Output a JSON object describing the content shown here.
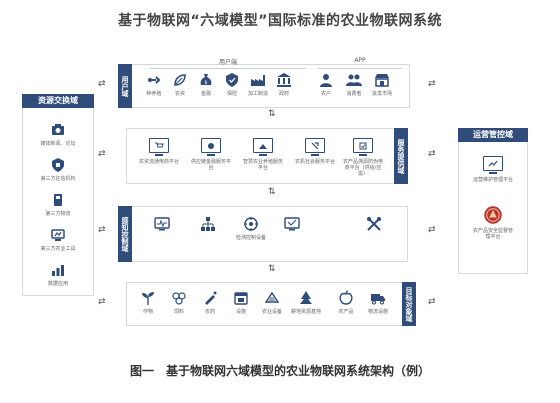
{
  "title": "基于物联网“六域模型”国际标准的农业物联网系统",
  "caption": "图一　基于物联网六域模型的农业物联网系统架构（例）",
  "colors": {
    "accent": "#2f4c7a",
    "border": "#d6d9de",
    "icon": "#2f4c7a",
    "seal": "#b9342b"
  },
  "user_domain": {
    "tag": "用户域",
    "group_client": "用户端",
    "group_app": "APP",
    "items": [
      {
        "label": "种养殖",
        "icon": "seedling-icon"
      },
      {
        "label": "农资",
        "icon": "leaf-icon"
      },
      {
        "label": "金融",
        "icon": "money-bag-icon"
      },
      {
        "label": "保险",
        "icon": "shield-icon"
      },
      {
        "label": "加工制造",
        "icon": "factory-icon"
      },
      {
        "label": "政府",
        "icon": "government-icon"
      },
      {
        "label": "农户",
        "icon": "user-icon"
      },
      {
        "label": "消费者",
        "icon": "users-icon"
      },
      {
        "label": "批发市场",
        "icon": "shop-icon"
      }
    ]
  },
  "service_domain": {
    "tag": "服务提供域",
    "items": [
      {
        "label": "农资流通电商平台",
        "icon": "cart-icon"
      },
      {
        "label": "供应链金融服务平台",
        "icon": "finance-icon"
      },
      {
        "label": "智慧农业养殖服务平台",
        "icon": "farm-icon"
      },
      {
        "label": "农机社会服务平台",
        "icon": "tractor-icon"
      },
      {
        "label": "农产品溯源防伪电商平台（供给/应需）",
        "icon": "trace-icon"
      }
    ]
  },
  "sensing_domain": {
    "tag": "感知控制域",
    "items": [
      {
        "label": "",
        "icon": "pulse-monitor-icon"
      },
      {
        "label": "",
        "icon": "network-icon"
      },
      {
        "label": "检测控制设备",
        "icon": "crosshair-icon"
      },
      {
        "label": "",
        "icon": "screen-sensor-icon"
      },
      {
        "label": "",
        "icon": "tools-icon"
      }
    ]
  },
  "target_domain": {
    "tag": "目标对象域",
    "items": [
      {
        "label": "作物",
        "icon": "sprout-icon"
      },
      {
        "label": "饲料",
        "icon": "feed-icon"
      },
      {
        "label": "农药",
        "icon": "pesticide-icon"
      },
      {
        "label": "设施",
        "icon": "facility-icon"
      },
      {
        "label": "农业设备",
        "icon": "equipment-icon"
      },
      {
        "label": "耕地资源基地",
        "icon": "land-icon"
      },
      {
        "label": "农产品",
        "icon": "produce-icon"
      },
      {
        "label": "物流设施",
        "icon": "truck-icon"
      }
    ]
  },
  "resource_domain": {
    "tag": "资源交换域",
    "items": [
      {
        "label": "媒体新闻、论坛",
        "icon": "media-icon"
      },
      {
        "label": "第三方征信机构",
        "icon": "credit-icon"
      },
      {
        "label": "第三方物流",
        "icon": "logistics-icon"
      },
      {
        "label": "第三方农业工具",
        "icon": "tool-icon"
      },
      {
        "label": "数据应用",
        "icon": "data-icon"
      }
    ]
  },
  "ops_domain": {
    "tag": "运营管控域",
    "items": [
      {
        "label": "运营维护管理平台",
        "icon": "monitor-icon"
      },
      {
        "label": "农产品安全监督管理平台",
        "icon": "seal-icon"
      }
    ]
  }
}
